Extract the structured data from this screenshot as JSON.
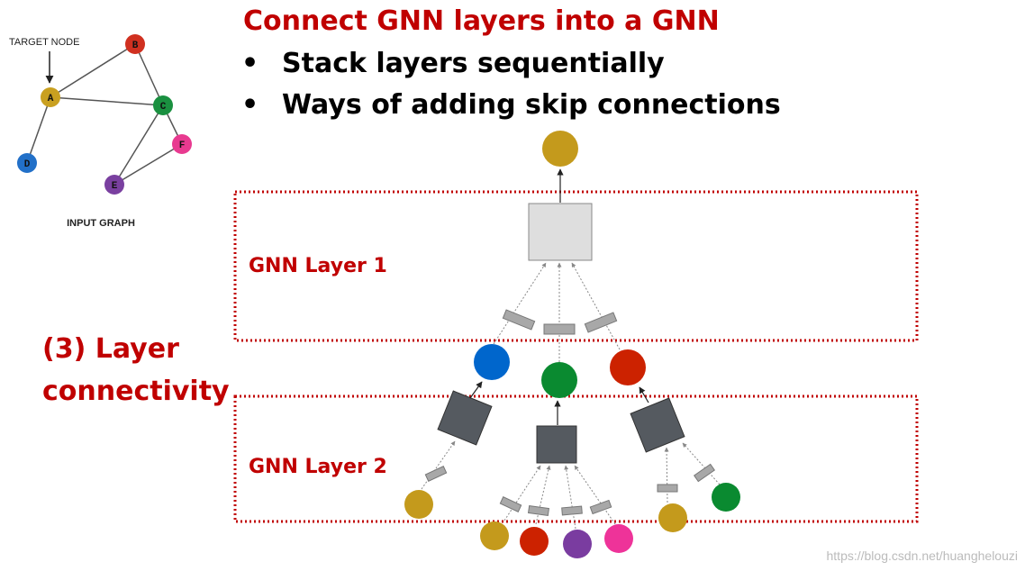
{
  "title": "Connect GNN layers into a GNN",
  "bullets": [
    "Stack layers sequentially",
    "Ways of adding skip connections"
  ],
  "bullet_marker": "•",
  "side_label": [
    "(3) Layer",
    "connectivity"
  ],
  "layers": [
    "GNN Layer 1",
    "GNN Layer 2"
  ],
  "input_graph": {
    "target_label": "TARGET NODE",
    "caption": "INPUT GRAPH",
    "nodes": [
      {
        "id": "A",
        "color": "#c9a020"
      },
      {
        "id": "B",
        "color": "#d03020"
      },
      {
        "id": "C",
        "color": "#1a9040"
      },
      {
        "id": "D",
        "color": "#2270c8"
      },
      {
        "id": "E",
        "color": "#7a40a0"
      },
      {
        "id": "F",
        "color": "#e83a90"
      }
    ],
    "edges": [
      [
        "A",
        "B"
      ],
      [
        "A",
        "C"
      ],
      [
        "A",
        "D"
      ],
      [
        "B",
        "C"
      ],
      [
        "C",
        "F"
      ],
      [
        "C",
        "E"
      ],
      [
        "E",
        "F"
      ]
    ]
  },
  "colors": {
    "accent": "#c00000",
    "gold": "#c49a1c",
    "blue": "#0066cc",
    "green": "#0a8a30",
    "red": "#cc2200",
    "purple": "#7a3ca0",
    "pink": "#ee3399",
    "agg_light": "#dedede",
    "agg_dark": "#555a60",
    "message": "#a8a8a8"
  },
  "watermark": "https://blog.csdn.net/huanghelouzi"
}
